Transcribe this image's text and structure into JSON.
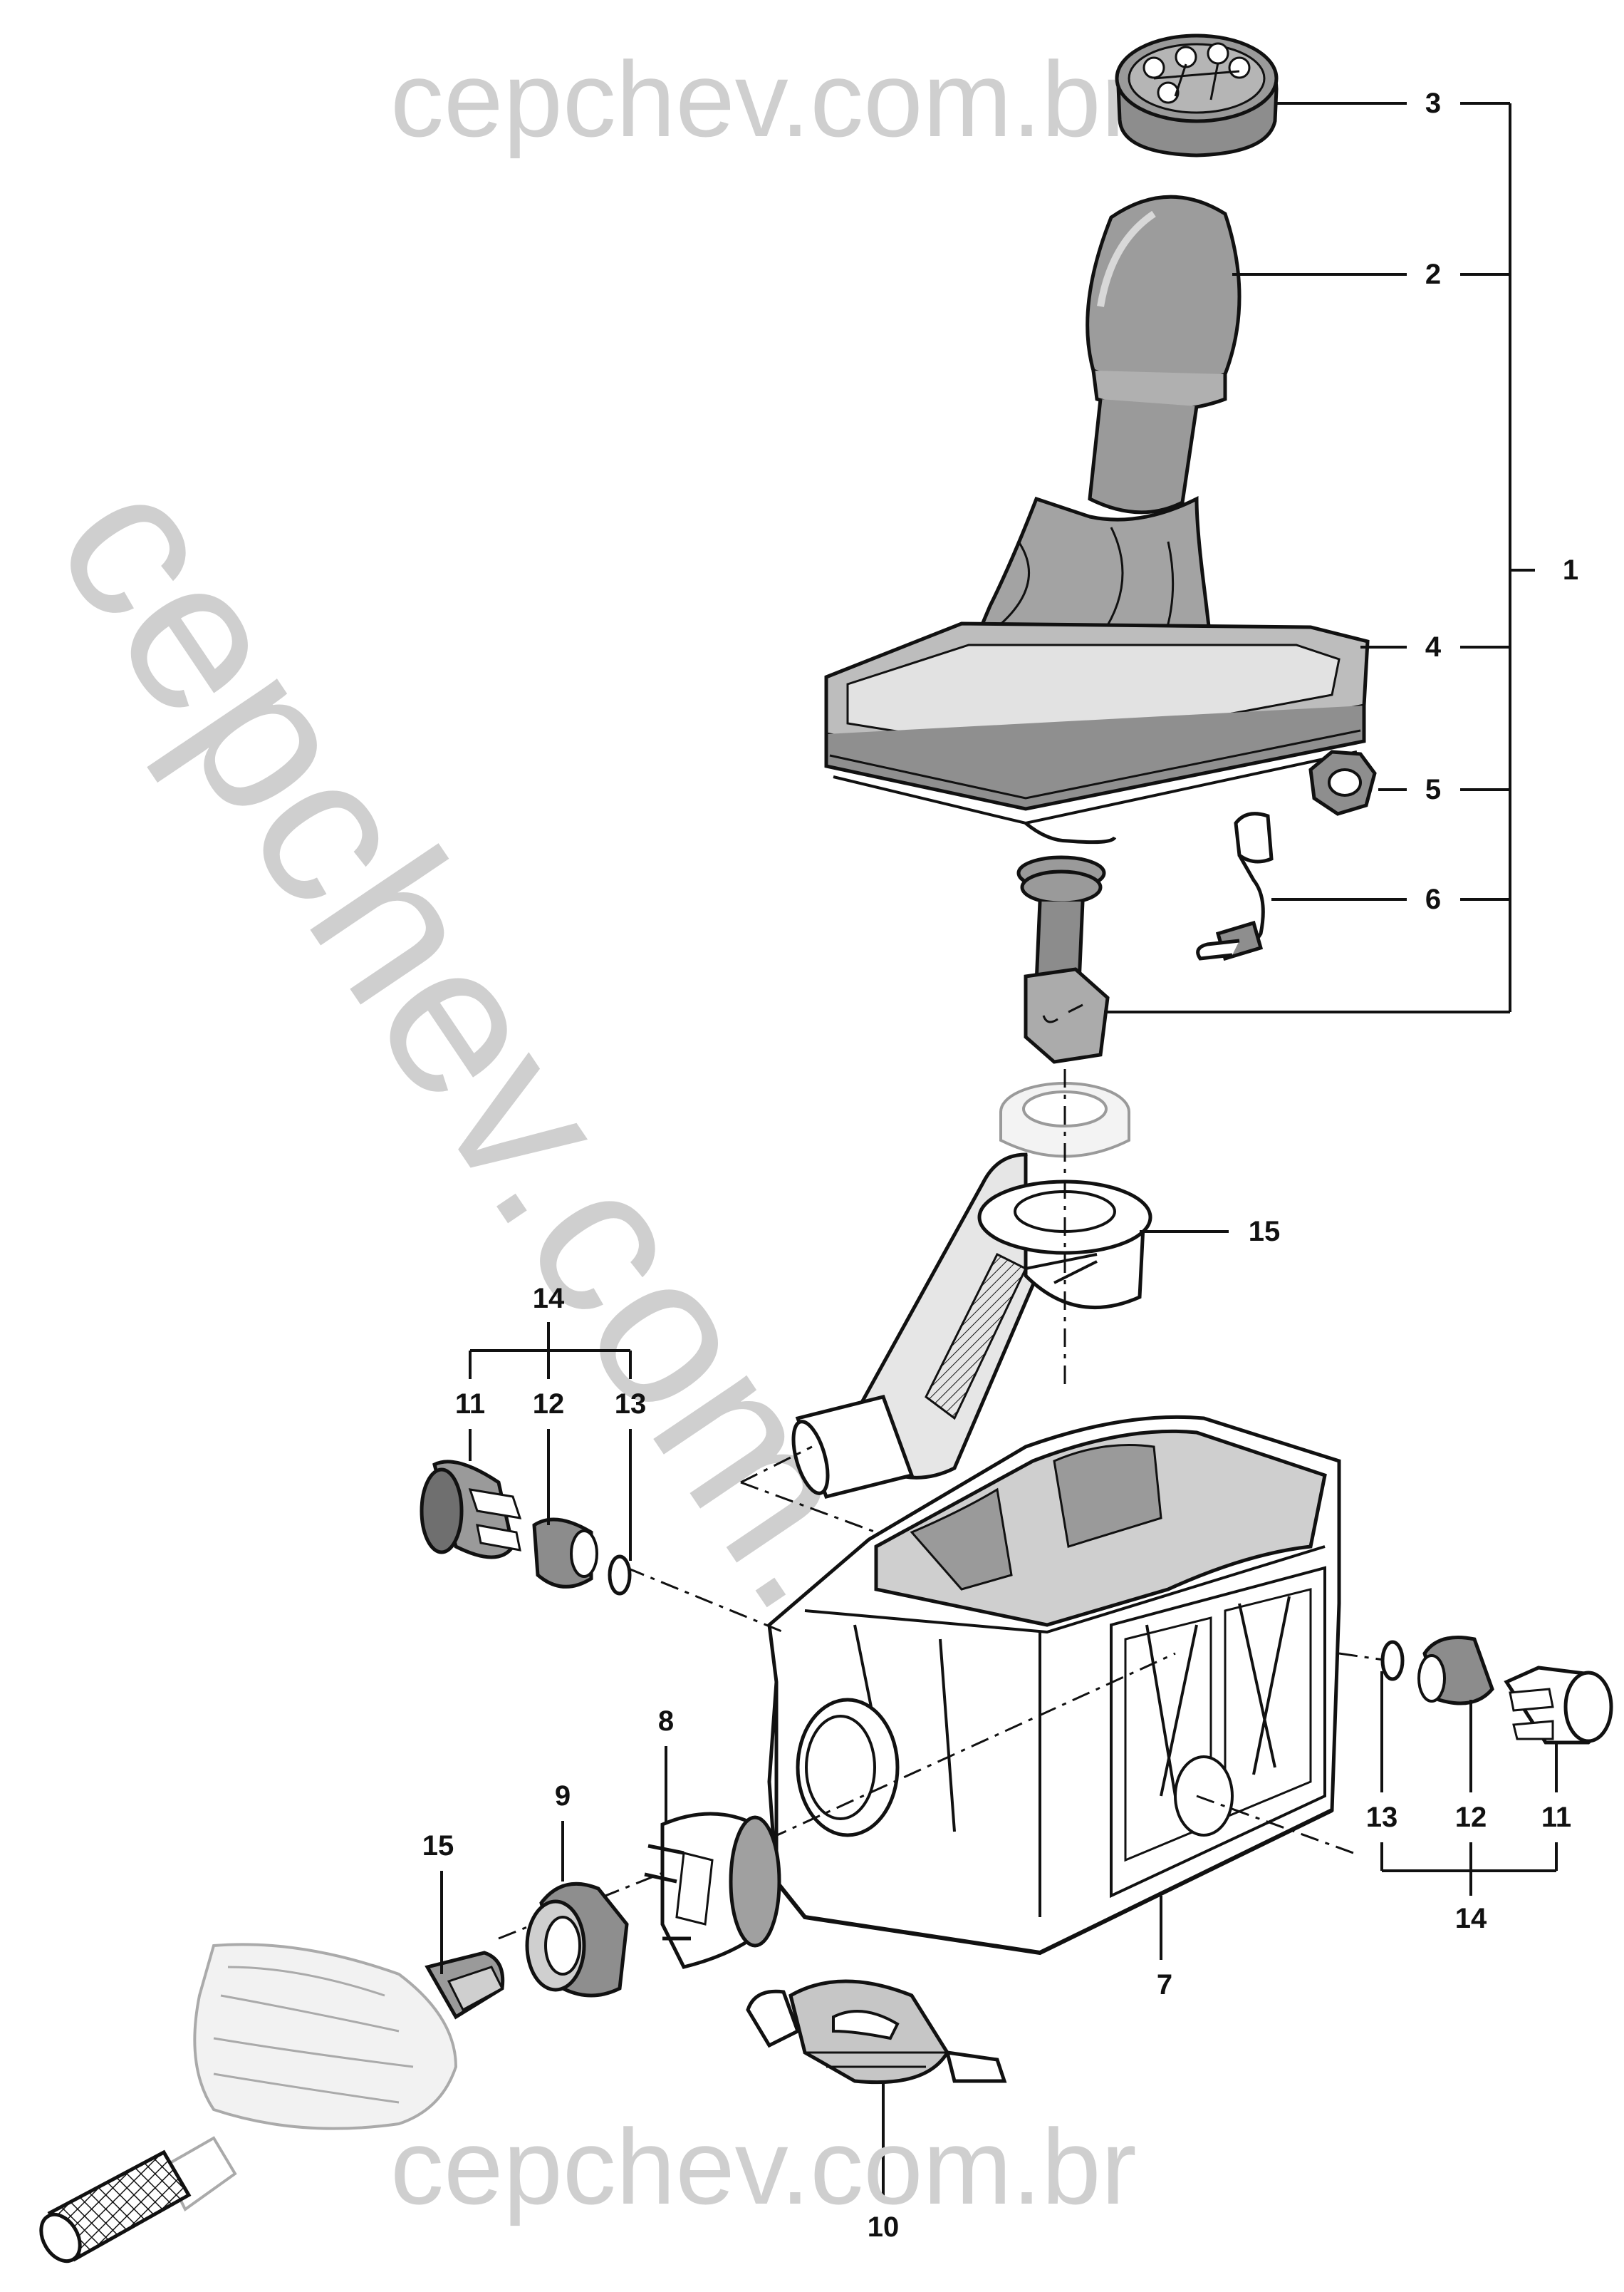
{
  "watermark": {
    "top": "cepchev.com.br",
    "bottom": "cepchev.com.br",
    "diagonal": "cepchev.com.br"
  },
  "callouts": {
    "c1": "1",
    "c2": "2",
    "c3": "3",
    "c4": "4",
    "c5": "5",
    "c6": "6",
    "c7": "7",
    "c8": "8",
    "c9": "9",
    "c10": "10",
    "c11_left": "11",
    "c11_right": "11",
    "c12_left": "12",
    "c12_right": "12",
    "c13_left": "13",
    "c13_right": "13",
    "c14_left": "14",
    "c14_right": "14",
    "c15_upper": "15",
    "c15_lower": "15"
  },
  "colors": {
    "line": "#111111",
    "watermark": "#cfcfcf",
    "shade": "#9a9a9a",
    "paper": "#ffffff"
  }
}
